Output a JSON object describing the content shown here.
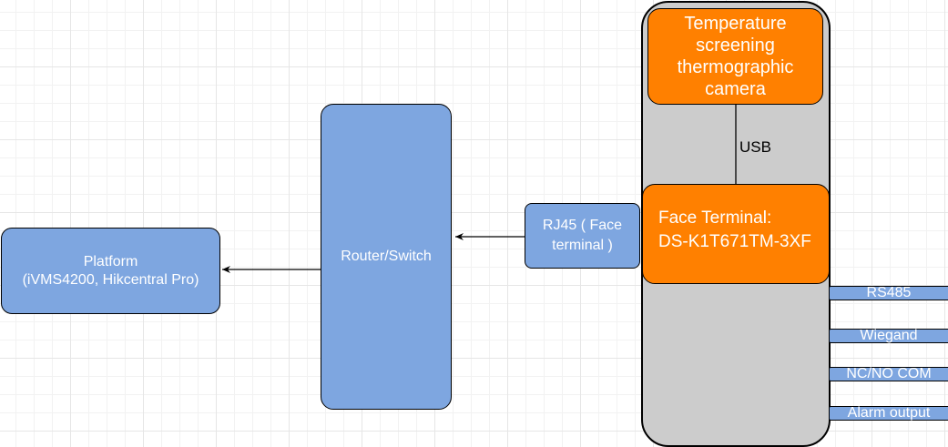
{
  "nodes": {
    "platform": "Platform\n(iVMS4200, Hikcentral Pro)",
    "router": "Router/Switch",
    "rj45": "RJ45 ( Face\nterminal )",
    "camera": "Temperature\nscreening\nthermographic\ncamera",
    "face_terminal": "Face Terminal:\nDS-K1T671TM-3XF"
  },
  "ports": {
    "rs485": "RS485",
    "wiegand": "Wiegand",
    "nc_no_com": "NC/NO COM",
    "alarm_output": "Alarm output"
  },
  "edges": {
    "usb_label": "USB"
  },
  "colors": {
    "blue": "#7ea6e0",
    "orange": "#ff8000",
    "container": "#cccccc"
  }
}
